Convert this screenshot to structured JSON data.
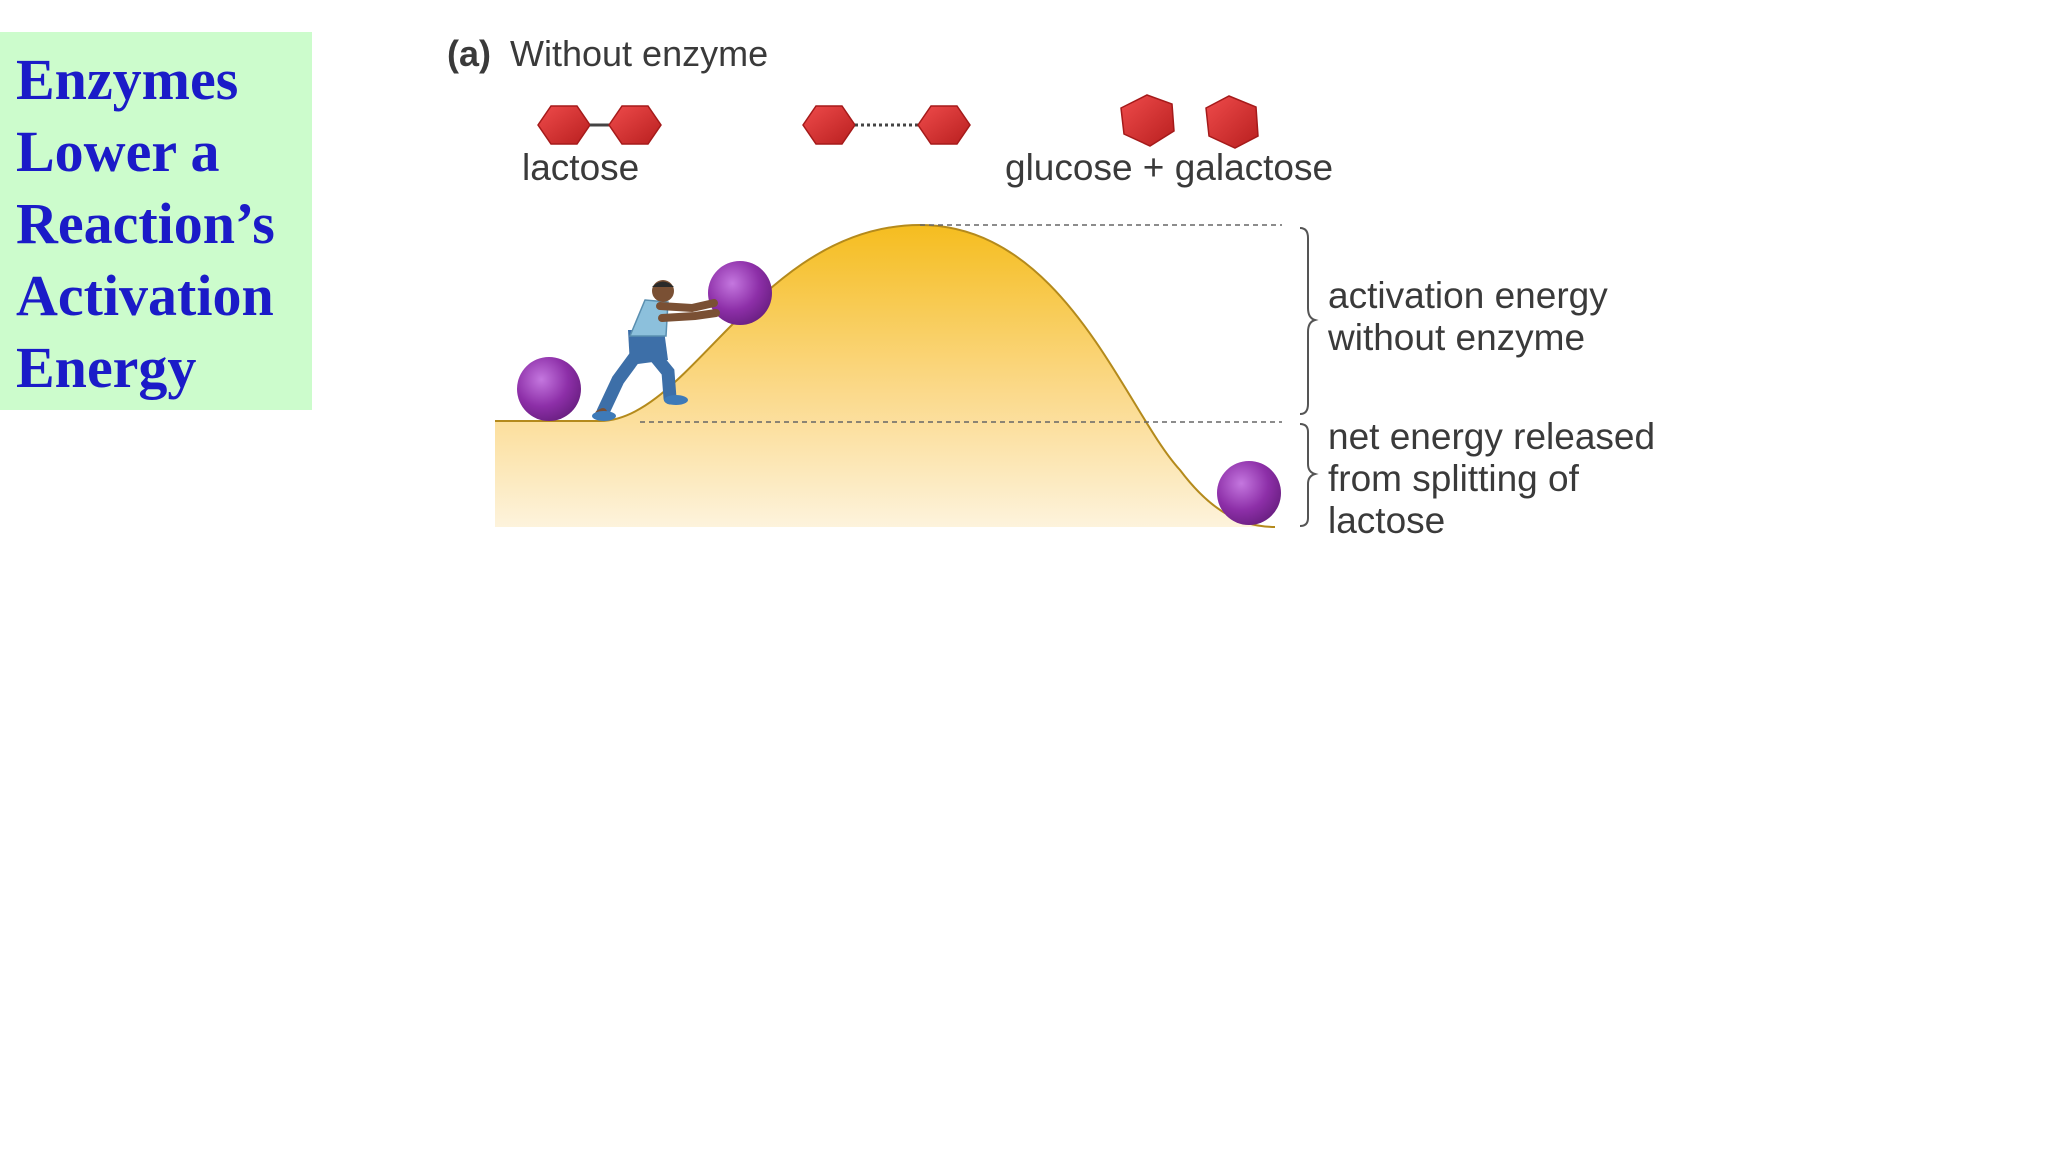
{
  "slide": {
    "title_lines": [
      "Enzymes",
      "Lower a",
      "Reaction’s",
      "Activation",
      "Energy"
    ]
  },
  "diagram": {
    "panel_label": "(a)",
    "panel_title": "Without enzyme",
    "molecule_labels": {
      "reactant": "lactose",
      "products": "glucose + galactose"
    },
    "bracket_labels": {
      "activation": [
        "activation energy",
        "without enzyme"
      ],
      "net": [
        "net energy released",
        "from splitting of",
        "lactose"
      ]
    },
    "colors": {
      "title_box": "#ccfccc",
      "title_text": "#1b1bc8",
      "hill_top": "#f5bd1f",
      "hill_bottom": "#fdf3dc",
      "molecule": "#d42a2a",
      "ball": "#8d2fa8"
    }
  }
}
